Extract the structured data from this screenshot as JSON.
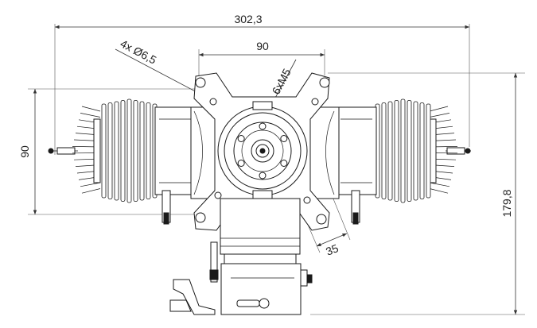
{
  "dimensions": {
    "overall_width": "302,3",
    "bolt_spacing": "90",
    "hole_callout": "4x Ø6,5",
    "thread_callout": "6xM5",
    "height_left": "90",
    "height_right": "179,8",
    "offset": "35"
  },
  "colors": {
    "line": "#1a1a1a",
    "background": "#ffffff"
  }
}
